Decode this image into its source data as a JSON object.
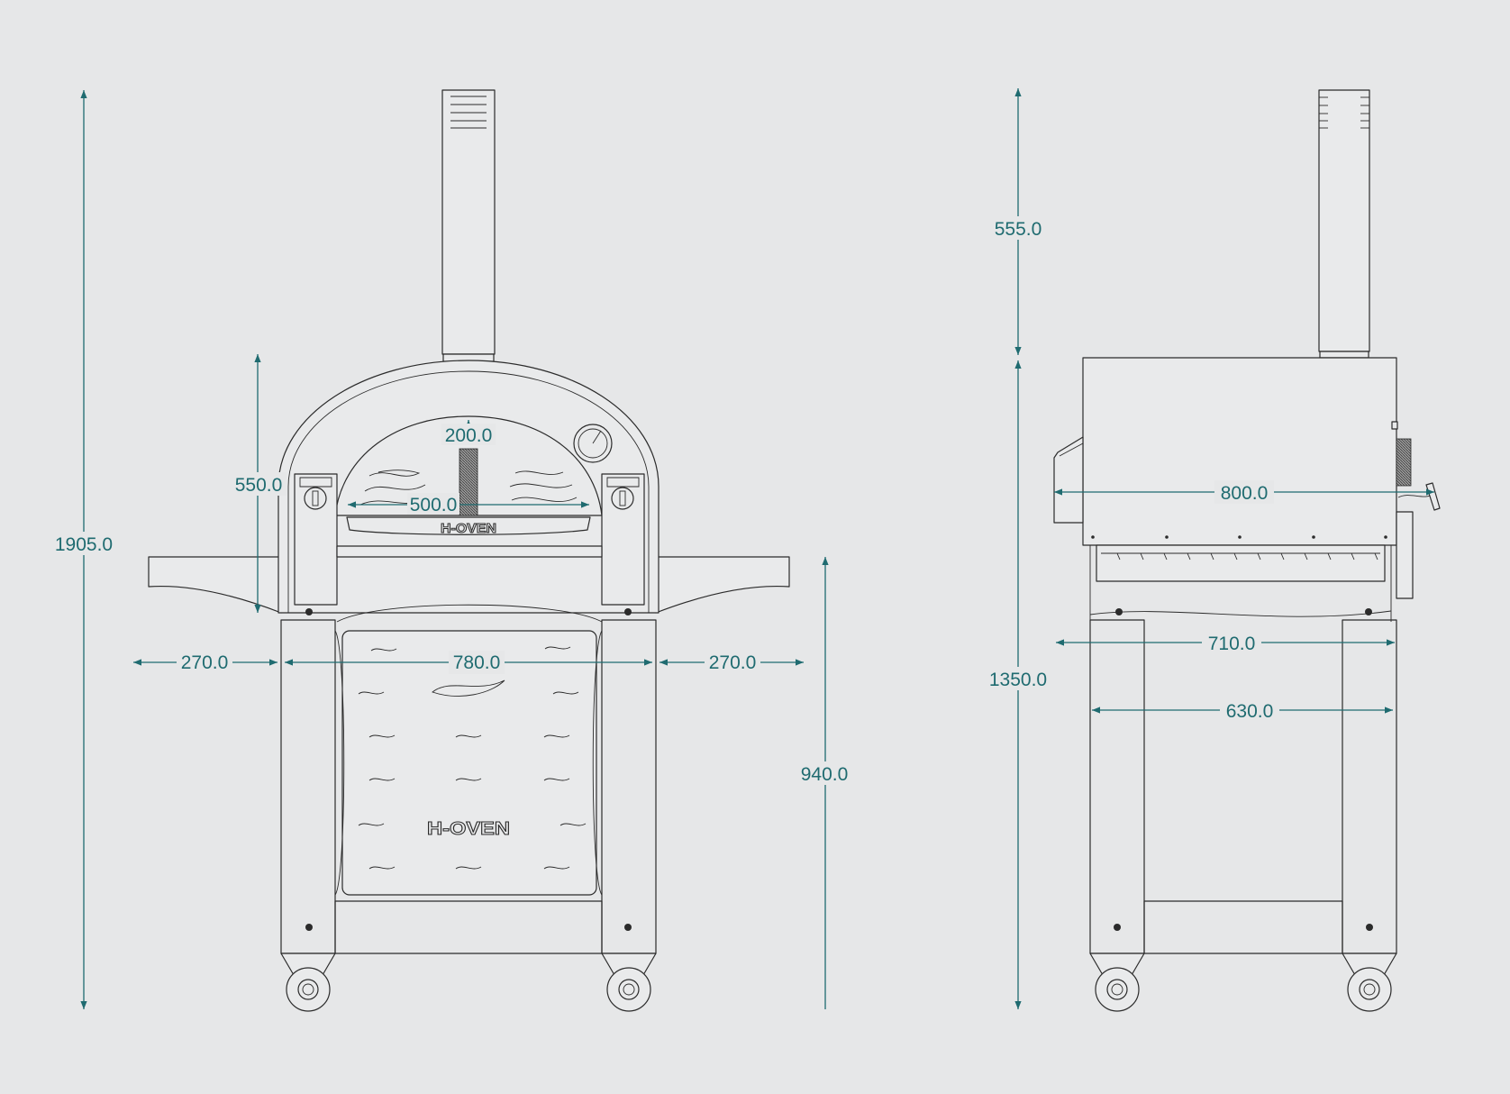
{
  "brand": {
    "logo_text": "H-OVEN"
  },
  "colors": {
    "background": "#e6e7e8",
    "line": "#2b2b2b",
    "dimension": "#1f6b70"
  },
  "front_view": {
    "overall_height": "1905.0",
    "body_height": "550.0",
    "flue_width": "200.0",
    "mouth_width": "500.0",
    "left_shelf_width": "270.0",
    "body_width": "780.0",
    "right_shelf_width": "270.0",
    "stand_height": "940.0"
  },
  "side_view": {
    "chimney_height": "555.0",
    "base_height": "1350.0",
    "depth": "800.0",
    "stand_depth": "710.0",
    "inner_leg_span": "630.0"
  }
}
